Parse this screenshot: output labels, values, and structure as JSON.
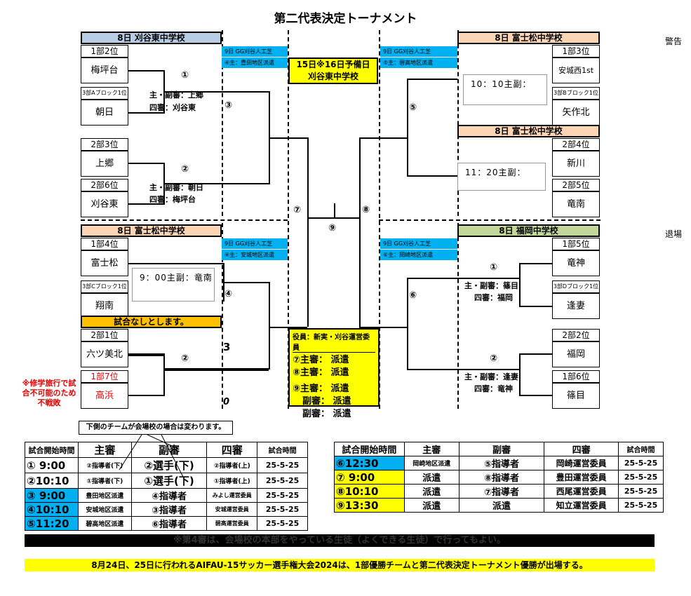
{
  "title": "第二代表決定トーナメント",
  "side_labels": {
    "warning": "警告",
    "exit": "退場"
  },
  "blocks": {
    "tl": {
      "venue": "8日 刈谷東中学校",
      "rank1": "1部2位",
      "team1": "梅坪台",
      "rank2": "3部Aブロック1位",
      "team2": "朝日",
      "game_num": "①",
      "ref_line1": "主・副審：上郷",
      "ref_line2": "四審：刈谷東",
      "next_num": "③",
      "cyan1": "9日 GG刈谷人工芝",
      "cyan2": "④主：豊田地区派遣"
    },
    "tl2": {
      "rank1": "2部3位",
      "team1": "上郷",
      "rank2": "2部6位",
      "team2": "刈谷東",
      "game_num": "②",
      "ref_line1": "主・副審：朝日",
      "ref_line2": "四審：梅坪台"
    },
    "tr": {
      "venue": "8日 富士松中学校",
      "rank1": "1部3位",
      "team1": "安城西1st",
      "rank2": "3部Bブロック1位",
      "team2": "矢作北",
      "note": "10：10主副：",
      "next_num": "⑤",
      "cyan1": "9日 GG刈谷人工芝",
      "cyan2": "⑤主：碧高地区派遣"
    },
    "tr2": {
      "venue": "8日 富士松中学校",
      "rank1": "2部4位",
      "team1": "新川",
      "rank2": "2部5位",
      "team2": "竜南",
      "note": "11：20主副："
    },
    "bl": {
      "venue": "8日 富士松中学校",
      "rank1": "1部4位",
      "team1": "富士松",
      "rank2": "3部Cブロック1位",
      "team2": "翔南",
      "note": "9：00主副：竜南",
      "next_num": "④",
      "cyan1": "9日 GG刈谷人工芝",
      "cyan2": "④主：安城地区派遣"
    },
    "bl2": {
      "venue": "試合なしとします。",
      "rank1": "2部1位",
      "team1": "六ツ美北",
      "rank2": "1部7位",
      "team2": "高浜",
      "game_num": "②",
      "score1": "3",
      "score2": "0",
      "forfeit": "※修学旅行で試合不可能のため不戦敗"
    },
    "br": {
      "venue": "8日 福岡中学校",
      "rank1": "1部5位",
      "team1": "竜神",
      "rank2": "3部Dブロック1位",
      "team2": "逢妻",
      "game_num": "①",
      "ref_line1": "主・副審：篠目",
      "ref_line2": "四審：福岡",
      "next_num": "⑥",
      "cyan1": "9日 GG刈谷人工芝",
      "cyan2": "⑥主：岡崎地区派遣"
    },
    "br2": {
      "rank1": "2部2位",
      "team1": "福岡",
      "rank2": "1部6位",
      "team2": "篠目",
      "game_num": "②",
      "ref_line1": "主・副審：逢妻",
      "ref_line2": "四審：竜神"
    }
  },
  "center": {
    "final_line1": "15日※16日予備日",
    "final_line2": "刈谷東中学校",
    "semi_left": "⑦",
    "semi_right": "⑧",
    "final_num": "⑨",
    "officials_title": "役員：新実・刈谷運営委員",
    "officials": [
      "⑦主審： 派遣",
      "⑧主審： 派遣",
      "⑨主審： 派遣",
      "副審： 派遣",
      "副審： 派遣"
    ]
  },
  "note_lower_team": "下側のチームが会場校の場合は変わります。",
  "schedule_left": {
    "headers": [
      "試合開始時間",
      "主審",
      "副審",
      "四審",
      "試合時間"
    ],
    "rows": [
      [
        "① 9:00",
        "②指導者(下)",
        "②選手(下)",
        "②指導者(上)",
        "25-5-25"
      ],
      [
        "②10:10",
        "①指導者(下)",
        "①選手(下)",
        "①指導者(上)",
        "25-5-25"
      ],
      [
        "③ 9:00",
        "豊田地区派遣",
        "④指導者",
        "みよし運営委員",
        "25-5-25"
      ],
      [
        "④10:10",
        "安城地区派遣",
        "③指導者",
        "安城運営委員",
        "25-5-25"
      ],
      [
        "⑤11:20",
        "碧高地区派遣",
        "⑥指導者",
        "碧高運営委員",
        "25-5-25"
      ]
    ]
  },
  "schedule_right": {
    "headers": [
      "試合開始時間",
      "主審",
      "副審",
      "四審",
      "試合時間"
    ],
    "rows": [
      [
        "⑥12:30",
        "岡崎地区派遣",
        "⑤指導者",
        "岡崎運営委員",
        "25-5-25"
      ],
      [
        "⑦ 9:00",
        "派遣",
        "⑧指導者",
        "豊田運営委員",
        "25-5-25"
      ],
      [
        "⑧10:10",
        "派遣",
        "⑦指導者",
        "西尾運営委員",
        "25-5-25"
      ],
      [
        "⑨13:30",
        "派遣",
        "派遣",
        "知立運営委員",
        "25-5-25"
      ]
    ]
  },
  "black_banner": "※第4審は、会場校の本部をやっている生徒（よくできる生徒）で行ってもよい。",
  "footer_note": "8月24日、25日に行われるAIFAU-15サッカー選手権大会2024は、1部優勝チームと第二代表決定トーナメント優勝が出場する。"
}
